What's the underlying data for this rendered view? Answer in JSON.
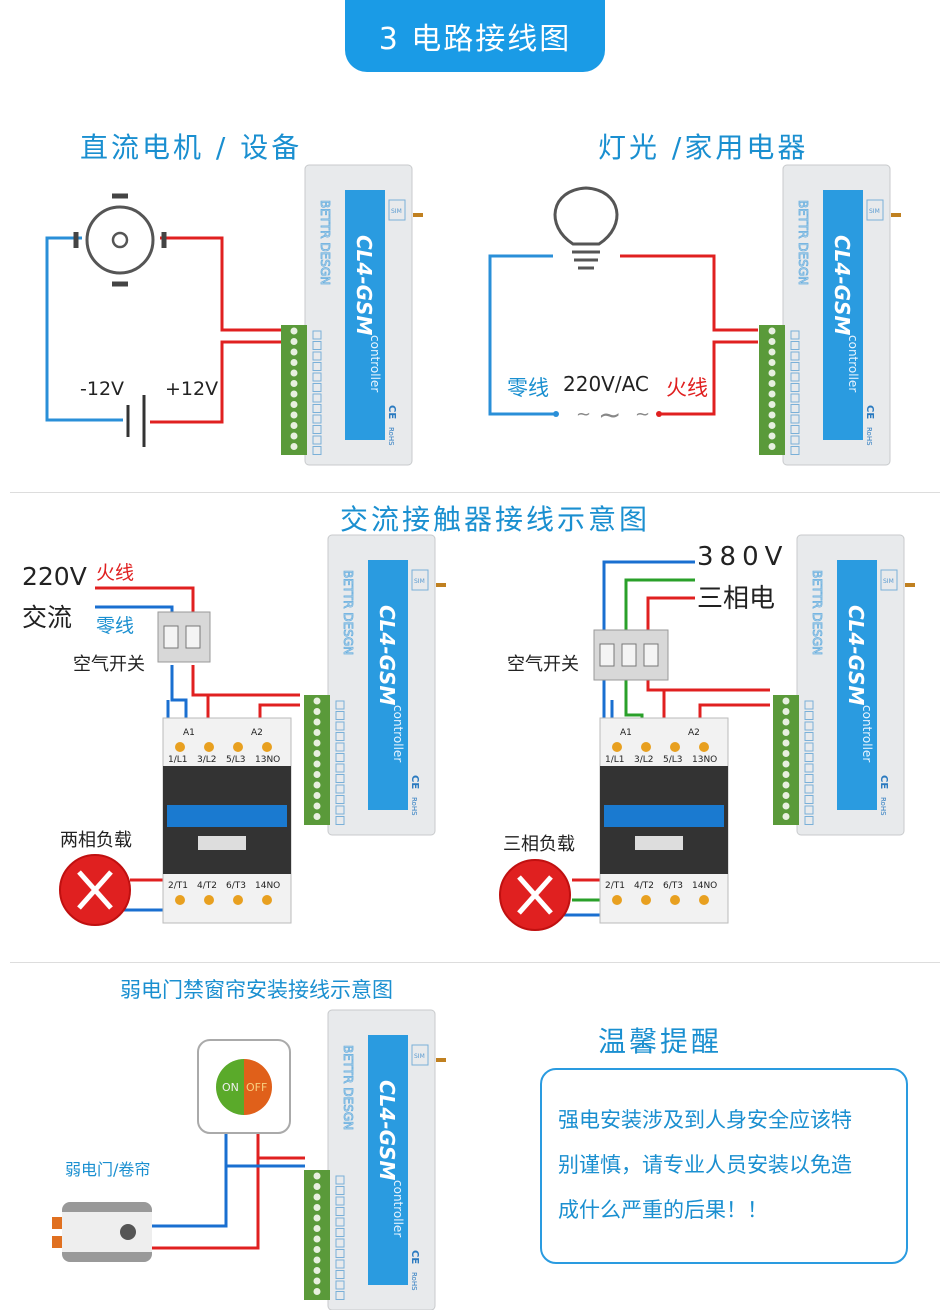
{
  "header": {
    "title": "3 电路接线图"
  },
  "section1": {
    "left_title": "直流电机 / 设备",
    "left_labels": {
      "neg": "-12V",
      "pos": "+12V"
    },
    "right_title": "灯光  /家用电器",
    "right_labels": {
      "neutral": "零线",
      "voltage": "220V/AC",
      "live": "火线"
    }
  },
  "section2": {
    "title": "交流接触器接线示意图",
    "left": {
      "voltage": "220V",
      "ac": "交流",
      "live": "火线",
      "neutral": "零线",
      "breaker": "空气开关",
      "load": "两相负载"
    },
    "right": {
      "voltage": "380V",
      "phase": "三相电",
      "breaker": "空气开关",
      "load": "三相负载"
    },
    "contactor_terms": {
      "a1": "A1",
      "a2": "A2",
      "top": [
        "1/L1",
        "3/L2",
        "5/L3",
        "13NO"
      ],
      "bottom": [
        "2/T1",
        "4/T2",
        "6/T3",
        "14NO"
      ]
    }
  },
  "section3": {
    "title": "弱电门禁窗帘安装接线示意图",
    "switch": {
      "on": "ON",
      "off": "OFF"
    },
    "device_label": "弱电门/卷帘",
    "tip_title": "温馨提醒",
    "tip_lines": [
      "强电安装涉及到人身安全应该特",
      "别谨慎，请专业人员安装以免造",
      "成什么严重的后果！！"
    ]
  },
  "controller": {
    "model": "CL4-GSM",
    "sub": "controller",
    "brand": "BETTR DESGN",
    "sim": "SIM",
    "ce": "CE",
    "rohs": "RoHS"
  },
  "colors": {
    "accent": "#1a9be6",
    "live": "#e02020",
    "neutral": "#1a6fd0",
    "ground": "#2aa02a",
    "terminal": "#5a9a3a"
  }
}
